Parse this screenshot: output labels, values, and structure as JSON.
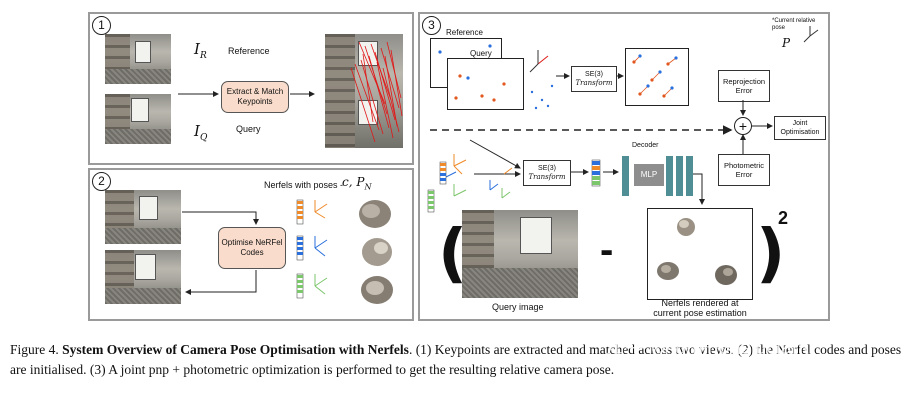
{
  "panel1": {
    "number": "1",
    "ir": "I",
    "ir_sub": "R",
    "iq": "I",
    "iq_sub": "Q",
    "reference": "Reference",
    "extract_box": "Extract & Match Keypoints",
    "query": "Query"
  },
  "panel2": {
    "number": "2",
    "nerfels_label": "Nerfels with poses -",
    "c_pn": "c, P",
    "pn_sub": "N",
    "optimise_box": "Optimise NeRFel Codes"
  },
  "panel3": {
    "number": "3",
    "reference": "Reference",
    "query": "Query",
    "current_pose_note": "*Current relative pose",
    "p_symbol": "P",
    "se3_line1": "SE(3)",
    "se3_line2": "Transform",
    "reprojection_error": "Reprojection Error",
    "photometric_error": "Photometric Error",
    "joint_optimisation": "Joint Optimisation",
    "plus": "+",
    "decoder": "Decoder",
    "mlp": "MLP",
    "minus": "-",
    "squared": "2",
    "query_image": "Query image",
    "nerfels_rendered": "Nerfels rendered at current pose estimation"
  },
  "caption": {
    "prefix": "Figure 4. ",
    "bold": "System Overview of Camera Pose Optimisation with Nerfels",
    "text": ". (1) Keypoints are extracted and matched across two views. (2) the Nerfel codes and poses are initialised. (3) A joint pnp + photometric optimization is performed to get the resulting relative camera pose."
  },
  "watermark": "知乎 @luminousluciant",
  "colors": {
    "keypoint_line": "#e01818",
    "box_fill": "#f9dccb",
    "mlp_fill": "#4e8e94",
    "axis_orange": "#ef8a2a",
    "axis_blue": "#2a6fdc",
    "axis_green": "#7cc66b"
  }
}
